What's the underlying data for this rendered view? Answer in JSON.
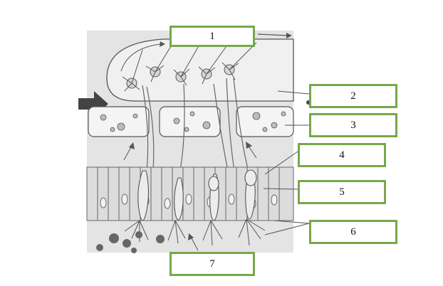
{
  "diagram": {
    "labels": [
      "1",
      "2",
      "3",
      "4",
      "5",
      "6",
      "7"
    ],
    "colors": {
      "box_border": "#77a84a",
      "illustration_bg": "#e4e4e4",
      "line": "#555555",
      "dark_arrow": "#444444"
    }
  }
}
